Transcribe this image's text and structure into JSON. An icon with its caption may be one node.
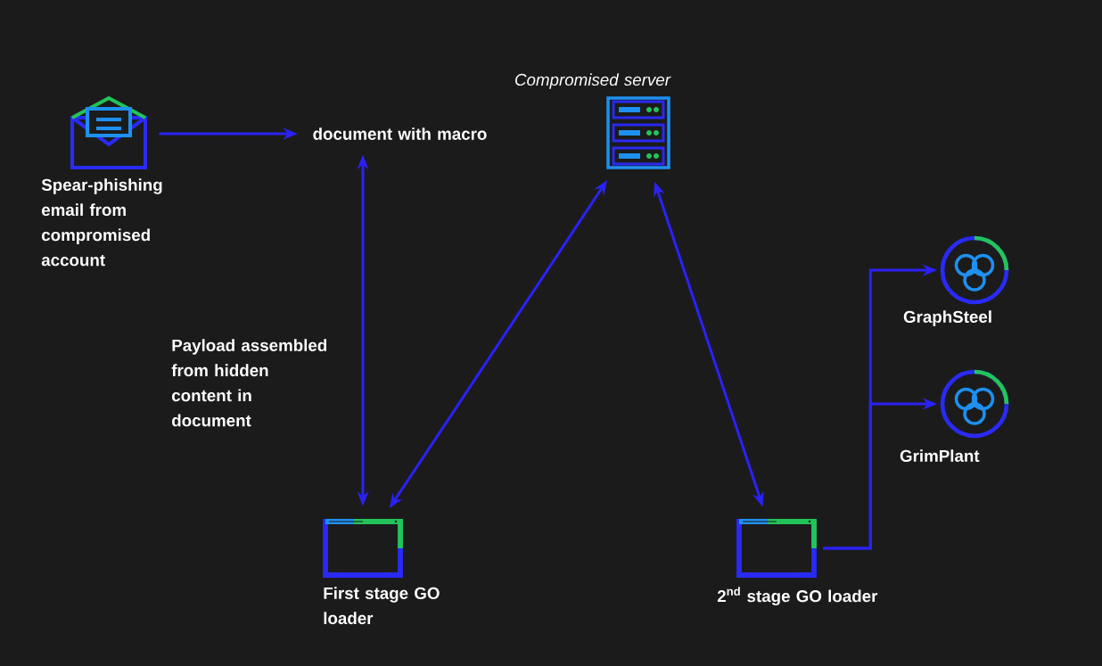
{
  "diagram": {
    "nodes": [
      {
        "text": [
          "Spear-phishing email from compromised account"
        ]
      },
      {
        "text": [
          "document with macro"
        ]
      },
      {
        "text": [
          "Compromised server"
        ]
      },
      {
        "text": [
          "First stage GO loader"
        ]
      },
      {
        "text": [
          "2$^{nd}$ stage GO loader"
        ]
      },
      {
        "text": [
          "GraphSteel"
        ]
      },
      {
        "text": [
          "GrimPlant"
        ]
      }
    ],
    "edges": [
      {
        "from": 0,
        "to": 1,
        "arrow": "to"
      },
      {
        "from": 1,
        "to": 3,
        "arrow": "both",
        "label": "Payload assembled from hidden content in document"
      },
      {
        "from": 3,
        "to": 2,
        "arrow": "both"
      },
      {
        "from": 2,
        "to": 4,
        "arrow": "both"
      },
      {
        "from": 4,
        "to": 5,
        "arrow": "to"
      },
      {
        "from": 4,
        "to": 6,
        "arrow": "to"
      }
    ]
  }
}
